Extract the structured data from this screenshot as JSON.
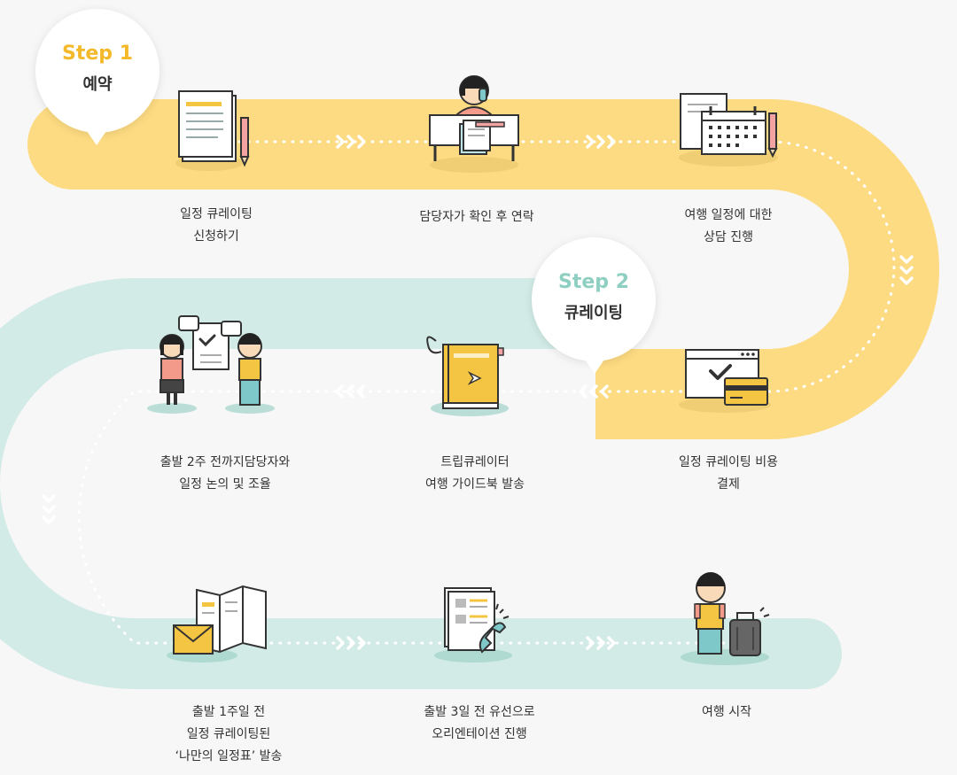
{
  "colors": {
    "yellow": "#fddb82",
    "mint": "#d2ebe6",
    "step1": "#f4b92b",
    "step2": "#8ecfc2",
    "dot": "#ffffff"
  },
  "bubbles": [
    {
      "step": "Step 1",
      "name": "예약"
    },
    {
      "step": "Step 2",
      "name": "큐레이팅"
    }
  ],
  "steps": [
    {
      "icon": "application-form-icon",
      "label": "일정 큐레이팅\n신청하기"
    },
    {
      "icon": "staff-on-phone-icon",
      "label": "담당자가 확인 후 연락"
    },
    {
      "icon": "calendar-schedule-icon",
      "label": "여행 일정에 대한\n상담 진행"
    },
    {
      "icon": "payment-card-icon",
      "label": "일정 큐레이팅 비용\n결제"
    },
    {
      "icon": "travel-guidebook-icon",
      "label": "트립큐레이터\n여행 가이드북 발송"
    },
    {
      "icon": "consultation-people-icon",
      "label": "출발 2주 전까지담당자와\n일정 논의 및 조율"
    },
    {
      "icon": "itinerary-envelope-icon",
      "label": "출발 1주일 전\n일정 큐레이팅된\n‘나만의 일정표’ 발송"
    },
    {
      "icon": "phone-orientation-icon",
      "label": "출발 3일 전 유선으로\n오리엔테이션 진행"
    },
    {
      "icon": "traveler-luggage-icon",
      "label": "여행 시작"
    }
  ]
}
